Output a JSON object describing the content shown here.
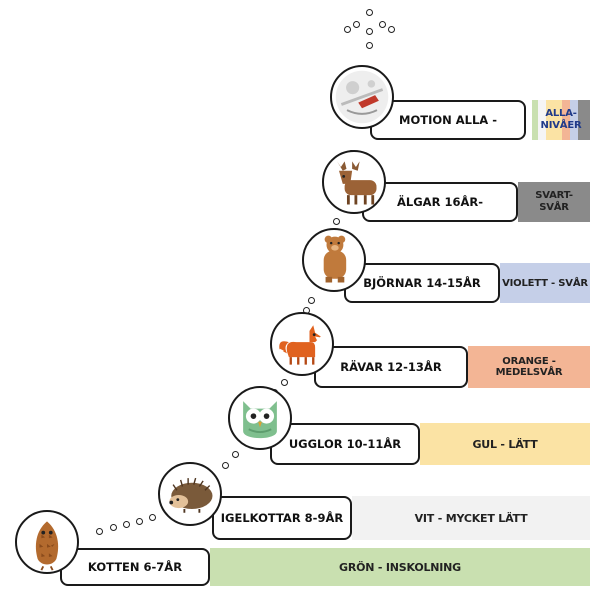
{
  "levels": [
    {
      "name": "KOTTEN 6-7ÅR",
      "level": "GRÖN - INSKOLNING",
      "color": "#c9e0b0"
    },
    {
      "name": "IGELKOTTAR 8-9ÅR",
      "level": "VIT - MYCKET LÄTT",
      "color": "#f2f2f2"
    },
    {
      "name": "UGGLOR 10-11ÅR",
      "level": "GUL - LÄTT",
      "color": "#fbe3a4"
    },
    {
      "name": "RÄVAR 12-13ÅR",
      "level": "ORANGE - MEDELSVÅR",
      "color": "#f3b595"
    },
    {
      "name": "BJÖRNAR 14-15ÅR",
      "level": "VIOLETT - SVÅR",
      "color": "#c5cfe8"
    },
    {
      "name": "ÄLGAR 16ÅR-",
      "level": "SVART-\nSVÅR",
      "color": "#8a8a8a"
    },
    {
      "name": "MOTION ALLA -",
      "level": "ALLA-\nNIVÅER",
      "color": "#f6dca0"
    }
  ],
  "icons": {
    "kotten": "pinecone-icon",
    "igelkottar": "hedgehog-icon",
    "ugglor": "owl-icon",
    "ravar": "fox-icon",
    "bjornar": "bear-icon",
    "algar": "moose-icon",
    "motion": "sport-icon"
  }
}
